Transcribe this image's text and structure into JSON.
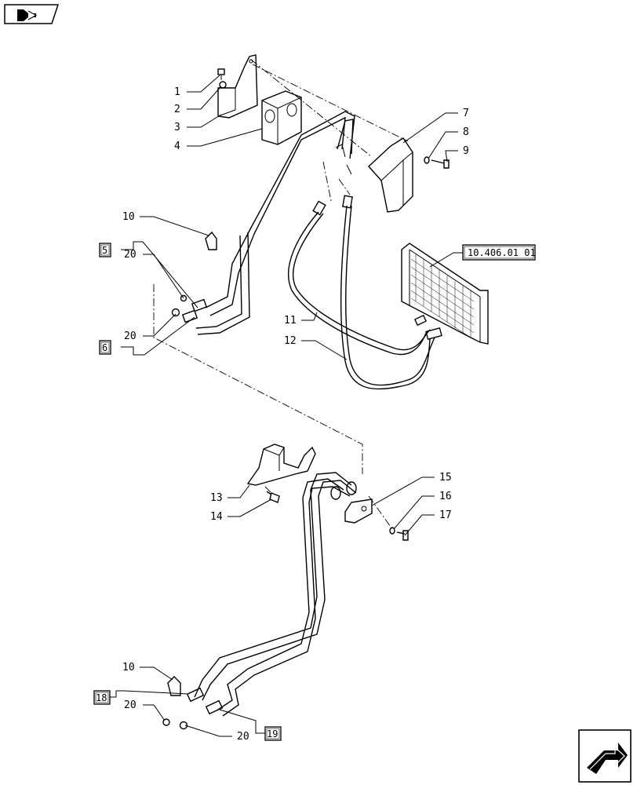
{
  "toolbar": {
    "nav_back_icon": "arrow-left-icon",
    "nav_next_icon": "next-page-icon"
  },
  "callouts": {
    "c1": "1",
    "c2": "2",
    "c3": "3",
    "c4": "4",
    "c7": "7",
    "c8": "8",
    "c9": "9",
    "c10a": "10",
    "c20a": "20",
    "c20b": "20",
    "c11": "11",
    "c12": "12",
    "c13": "13",
    "c14": "14",
    "c15": "15",
    "c16": "16",
    "c17": "17",
    "c10b": "10",
    "c20c": "20",
    "c20d": "20"
  },
  "reference_boxes": {
    "r5": "5",
    "r6": "6",
    "r18": "18",
    "r19": "19",
    "ref_cooler": "10.406.01 01"
  }
}
